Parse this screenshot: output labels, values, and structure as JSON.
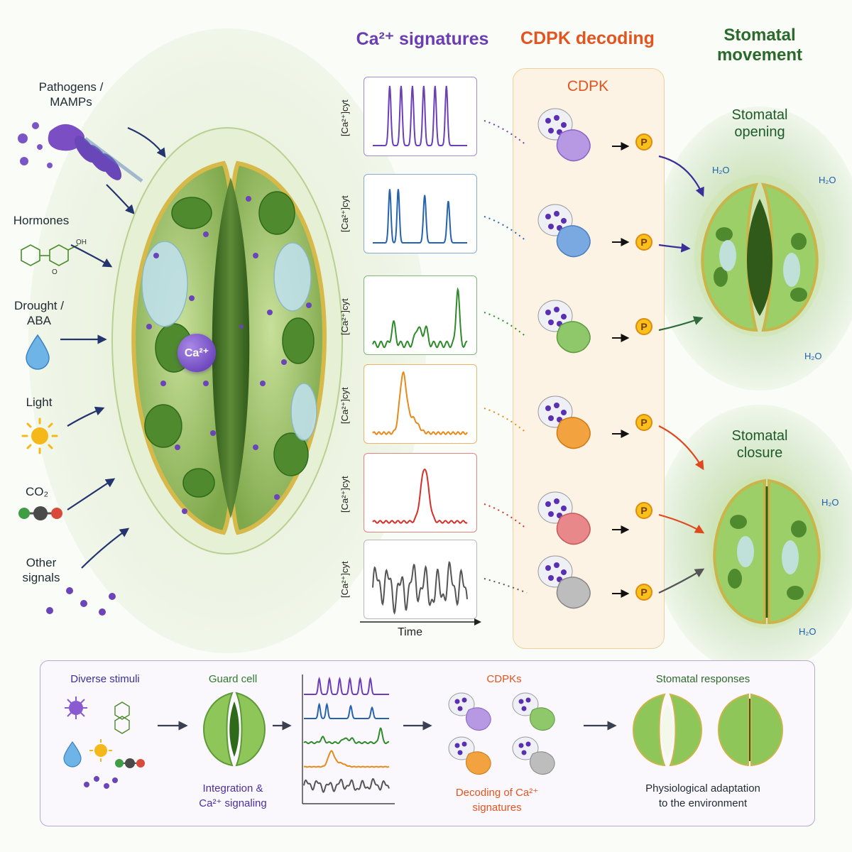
{
  "headers": {
    "ca_signatures": "Ca²⁺ signatures",
    "cdpk_decoding": "CDPK decoding",
    "stomatal_movement_line1": "Stomatal",
    "stomatal_movement_line2": "movement"
  },
  "stimuli": {
    "pathogens_line1": "Pathogens /",
    "pathogens_line2": "MAMPs",
    "hormones": "Hormones",
    "drought_line1": "Drought /",
    "drought_line2": "ABA",
    "light": "Light",
    "co2": "CO₂",
    "other_line1": "Other",
    "other_line2": "signals"
  },
  "guard_cell": {
    "ion_label": "Ca²⁺"
  },
  "traces": {
    "ylabel": "[Ca²⁺]cyt",
    "xlabel": "Time",
    "colors": [
      "#6c3fb8",
      "#2563b0",
      "#2f8a2a",
      "#e8891a",
      "#d62f2a",
      "#555555"
    ]
  },
  "cdpk": {
    "panel_title": "CDPK",
    "phospho_label": "P"
  },
  "outcomes": {
    "opening_line1": "Stomatal",
    "opening_line2": "opening",
    "closure_line1": "Stomatal",
    "closure_line2": "closure",
    "water": "H₂O"
  },
  "summary": {
    "diverse_stimuli": "Diverse stimuli",
    "guard_cell": "Guard cell",
    "integration_line1": "Integration &",
    "integration_line2": "Ca²⁺ signaling",
    "cdpks": "CDPKs",
    "decoding_line1": "Decoding of Ca²⁺",
    "decoding_line2": "signatures",
    "stomatal_responses": "Stomatal responses",
    "physio_line1": "Physiological adaptation",
    "physio_line2": "to the environment"
  }
}
